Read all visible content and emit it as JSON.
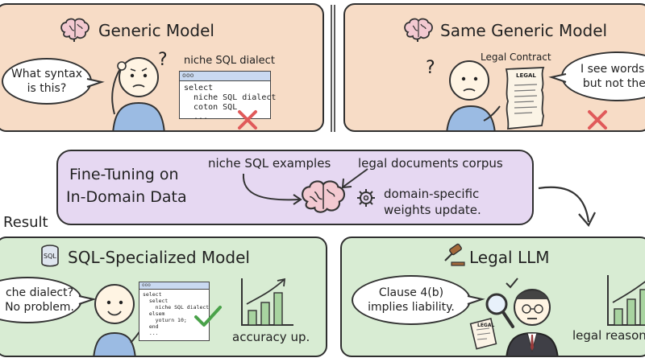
{
  "top_left": {
    "title": "Generic Model",
    "speech": "What syntax\nis this?",
    "question_mark": "?",
    "code_label": "niche SQL dialect",
    "code_lines": "select\n  niche SQL dialect\n  coton SQL\n  ...",
    "window_dots": "ooo"
  },
  "top_right": {
    "title": "Same Generic Model",
    "doc_label": "Legal Contract",
    "doc_header": "LEGAL",
    "speech": "I see words,\nbut not the",
    "question_mark": "?"
  },
  "middle": {
    "title_line1": "Fine-Tuning on",
    "title_line2": "In-Domain Data",
    "source1": "niche SQL examples",
    "source2": "legal documents corpus",
    "update_line1": "domain-specific",
    "update_line2": "weights update."
  },
  "result_label": "Result",
  "bottom_left": {
    "title": "SQL-Specialized Model",
    "db_label": "SQL",
    "speech": "che dialect?\nNo problem.",
    "code_lines": "select\n  select\n    niche SQL dialect\n  elsem\n    yoturn 10;\n  end\n  ...",
    "caption": "accuracy up."
  },
  "bottom_right": {
    "title": "Legal LLM",
    "speech": "Clause 4(b)\nimplies liability.",
    "doc_header": "LEGAL",
    "caption": "legal reason"
  }
}
